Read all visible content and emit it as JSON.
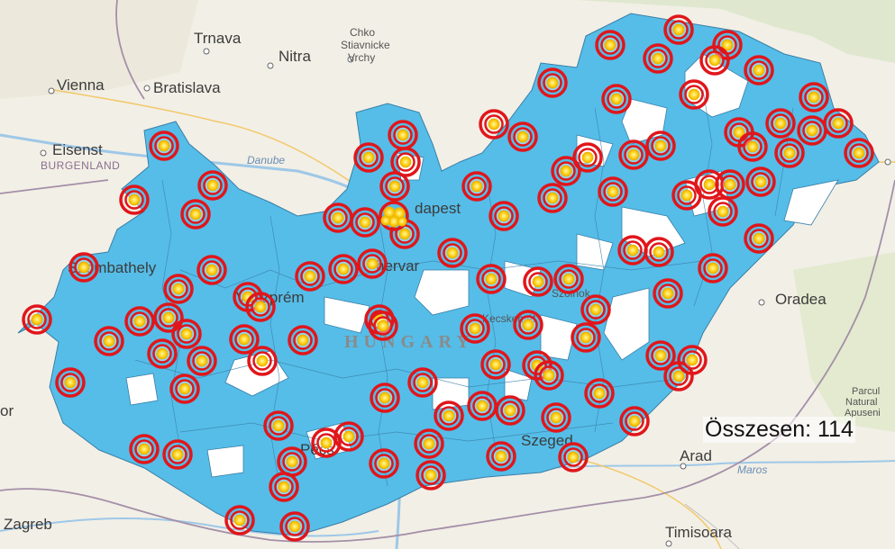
{
  "total_label": "Összesen: 114",
  "labels": {
    "trnava": "Trnava",
    "nitra": "Nitra",
    "chko": "Chko",
    "stiavnicke": "Stiavnicke",
    "vrchy": "Vrchy",
    "vienna": "Vienna",
    "bratislava": "Bratislava",
    "eisenstadt": "Eisenst",
    "burgenland": "BURGENLAND",
    "danube": "Danube",
    "budapest": "dapest",
    "szombathely": "Szombathely",
    "veszprem": "Veszprém",
    "fehervar": "hervar",
    "szolnok": "Szolnok",
    "kecskemet": "Kecskemét",
    "hungary": "HUNGARY",
    "oradea": "Oradea",
    "parcul1": "Parcul",
    "parcul2": "Natural",
    "parcul3": "Apuseni",
    "szeged": "Szeged",
    "arad": "Arad",
    "maros": "Maros",
    "pecs": "Pécs",
    "zagreb": "Zagreb",
    "timisoara": "Timisoara",
    "graz_fragment": "or"
  },
  "colors": {
    "region_fill": "#55bde8",
    "region_stroke": "#3a7fa8",
    "marker_ring": "#e0161b",
    "marker_center": "#ffd21a",
    "border": "#a48fa8",
    "river": "#9ec8e8",
    "road": "#f2c96b"
  },
  "icons": [
    "target-marker-icon",
    "cluster-marker-icon",
    "town-dot-icon"
  ]
}
